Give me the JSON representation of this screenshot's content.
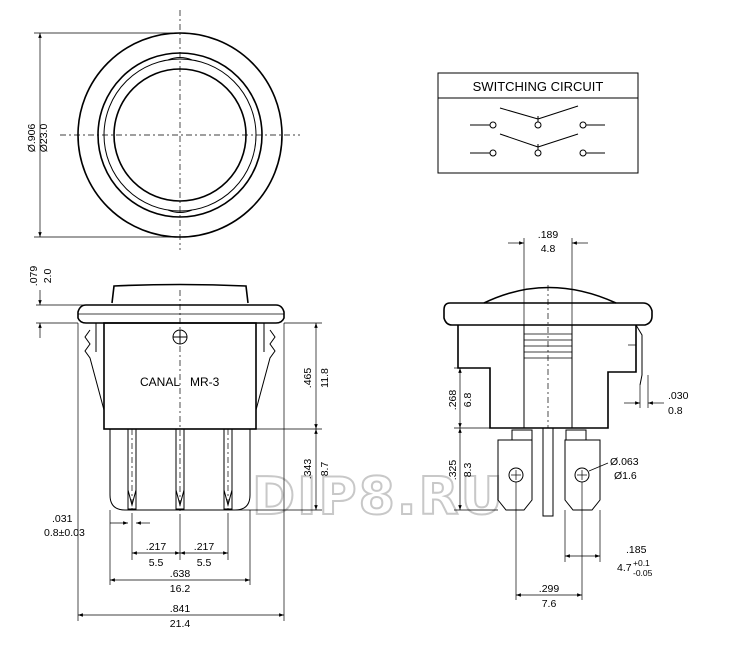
{
  "circuit": {
    "title": "SWITCHING CIRCUIT"
  },
  "body_label": {
    "brand": "CANAL",
    "model": "MR-3"
  },
  "watermark": "DIP8.RU",
  "dimensions": {
    "outer_dia_in": "Ø.906",
    "outer_dia_mm": "Ø23.0",
    "cap_h_in": ".079",
    "cap_h_mm": "2.0",
    "body_h_in": ".465",
    "body_h_mm": "11.8",
    "term_len_in": ".343",
    "term_len_mm": "8.7",
    "term_t_in": ".031",
    "term_t_mm": "0.8±0.03",
    "pitch1_in": ".217",
    "pitch1_mm": "5.5",
    "pitch2_in": ".217",
    "pitch2_mm": "5.5",
    "body_w_in": ".638",
    "body_w_mm": "16.2",
    "total_w_in": ".841",
    "total_w_mm": "21.4",
    "center_w_in": ".189",
    "center_w_mm": "4.8",
    "side_268_in": ".268",
    "side_268_mm": "6.8",
    "side_325_in": ".325",
    "side_325_mm": "8.3",
    "clip_in": ".030",
    "clip_mm": "0.8",
    "hole_in": "Ø.063",
    "hole_mm": "Ø1.6",
    "tab_w_in": ".185",
    "tab_w_mm_base": "4.7",
    "tab_w_tol_plus": "+0.1",
    "tab_w_tol_minus": "-0.05",
    "tab_sp_in": ".299",
    "tab_sp_mm": "7.6"
  }
}
